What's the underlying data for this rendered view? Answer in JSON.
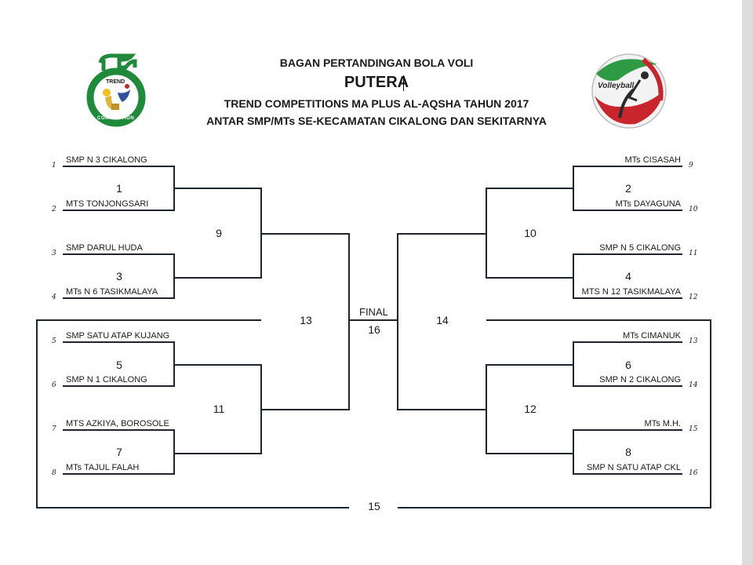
{
  "header": {
    "line1": "BAGAN PERTANDINGAN BOLA VOLI",
    "line2": "PUTERA",
    "line3": "TREND COMPETITIONS MA PLUS AL-AQSHA TAHUN 2017",
    "line4": "ANTAR SMP/MTs SE-KECAMATAN CIKALONG DAN SEKITARNYA"
  },
  "logo_left": {
    "icon": "trend-competition-logo",
    "text_top": "TREND",
    "text_arc": "COMPETITION"
  },
  "logo_right": {
    "icon": "volleyball-logo",
    "text": "Volleyball"
  },
  "teams": {
    "t1": "SMP N 3 CIKALONG",
    "t2": "MTS TONJONGSARI",
    "t3": "SMP DARUL HUDA",
    "t4": "MTs N 6 TASIKMALAYA",
    "t5": "SMP SATU ATAP KUJANG",
    "t6": "SMP N 1 CIKALONG",
    "t7": "MTS AZKIYA, BOROSOLE",
    "t8": "MTs TAJUL FALAH",
    "t9": "MTs CISASAH",
    "t10": "MTs DAYAGUNA",
    "t11": "SMP N 5 CIKALONG",
    "t12": "MTS N 12 TASIKMALAYA",
    "t13": "MTs CIMANUK",
    "t14": "SMP N 2 CIKALONG",
    "t15": "MTs M.H.",
    "t16": "SMP N SATU ATAP CKL"
  },
  "seeds": [
    "1",
    "2",
    "3",
    "4",
    "5",
    "6",
    "7",
    "8",
    "9",
    "10",
    "11",
    "12",
    "13",
    "14",
    "15",
    "16"
  ],
  "matches": {
    "m1": "1",
    "m2": "2",
    "m3": "3",
    "m4": "4",
    "m5": "5",
    "m6": "6",
    "m7": "7",
    "m8": "8",
    "m9": "9",
    "m10": "10",
    "m11": "11",
    "m12": "12",
    "m13": "13",
    "m14": "14",
    "m15": "15",
    "m16": "16"
  },
  "final_label": "FINAL",
  "colors": {
    "line": "#1c2530",
    "logo_green": "#1f8a3a",
    "ball_red": "#c8252c"
  }
}
